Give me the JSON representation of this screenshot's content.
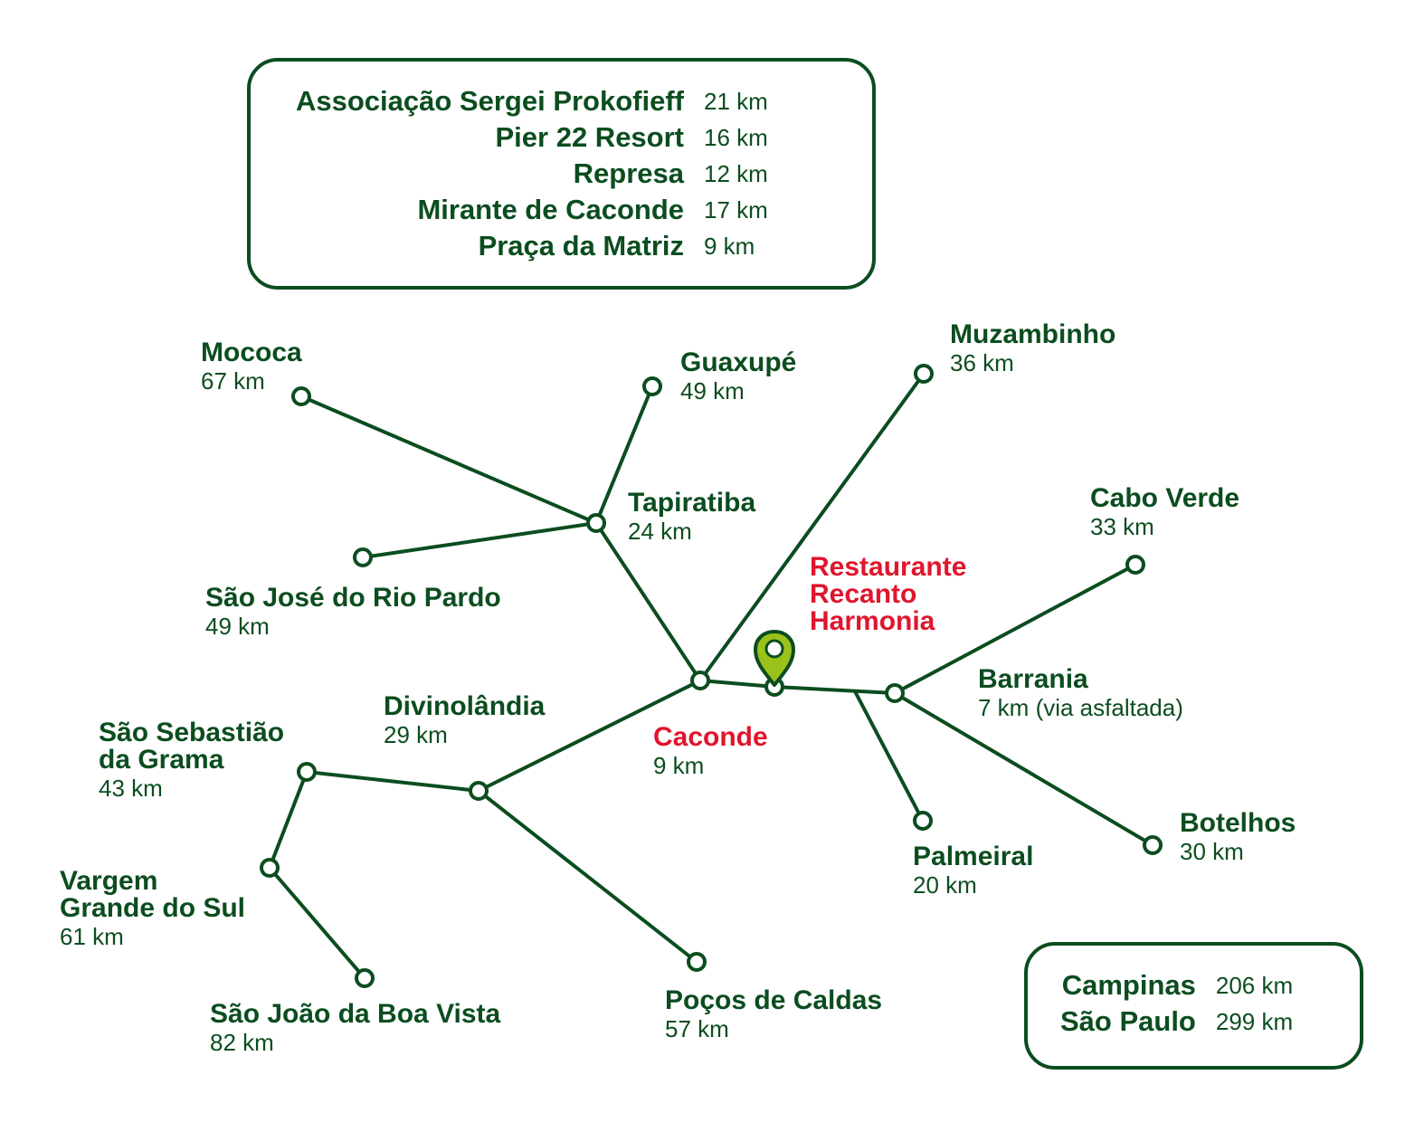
{
  "colors": {
    "road": "#0b4d1f",
    "text": "#0b4d1f",
    "highlight": "#e0152c",
    "pin": "#9bc21b"
  },
  "nearby_box": {
    "items": [
      {
        "name": "Associação Sergei Prokofieff",
        "distance": "21 km"
      },
      {
        "name": "Pier 22 Resort",
        "distance": "16 km"
      },
      {
        "name": "Represa",
        "distance": "12 km"
      },
      {
        "name": "Mirante de Caconde",
        "distance": "17 km"
      },
      {
        "name": "Praça da Matriz",
        "distance": "9 km"
      }
    ]
  },
  "far_box": {
    "items": [
      {
        "name": "Campinas",
        "distance": "206 km"
      },
      {
        "name": "São Paulo",
        "distance": "299 km"
      }
    ]
  },
  "destination": {
    "lines": [
      "Restaurante",
      "Recanto",
      "Harmonia"
    ],
    "pin_icon": "map-pin-icon"
  },
  "cities": {
    "mococa": {
      "name": "Mococa",
      "distance": "67 km"
    },
    "guaxupe": {
      "name": "Guaxupé",
      "distance": "49 km"
    },
    "muzambinho": {
      "name": "Muzambinho",
      "distance": "36 km"
    },
    "tapiratiba": {
      "name": "Tapiratiba",
      "distance": "24 km"
    },
    "cabo_verde": {
      "name": "Cabo Verde",
      "distance": "33 km"
    },
    "sao_jose": {
      "name": "São José do Rio Pardo",
      "distance": "49 km"
    },
    "barrania": {
      "name": "Barrania",
      "distance": "7 km (via asfaltada)"
    },
    "divinolandia": {
      "name": "Divinolândia",
      "distance": "29 km"
    },
    "caconde": {
      "name": "Caconde",
      "distance": "9 km"
    },
    "sao_sebastiao": {
      "name": "São Sebastião da Grama",
      "line1": "São Sebastião",
      "line2": "da Grama",
      "distance": "43 km"
    },
    "botelhos": {
      "name": "Botelhos",
      "distance": "30 km"
    },
    "palmeiral": {
      "name": "Palmeiral",
      "distance": "20 km"
    },
    "vargem": {
      "name": "Vargem Grande do Sul",
      "line1": "Vargem",
      "line2": "Grande do Sul",
      "distance": "61 km"
    },
    "sao_joao": {
      "name": "São João da Boa Vista",
      "distance": "82 km"
    },
    "pocos": {
      "name": "Poços de Caldas",
      "distance": "57 km"
    }
  }
}
